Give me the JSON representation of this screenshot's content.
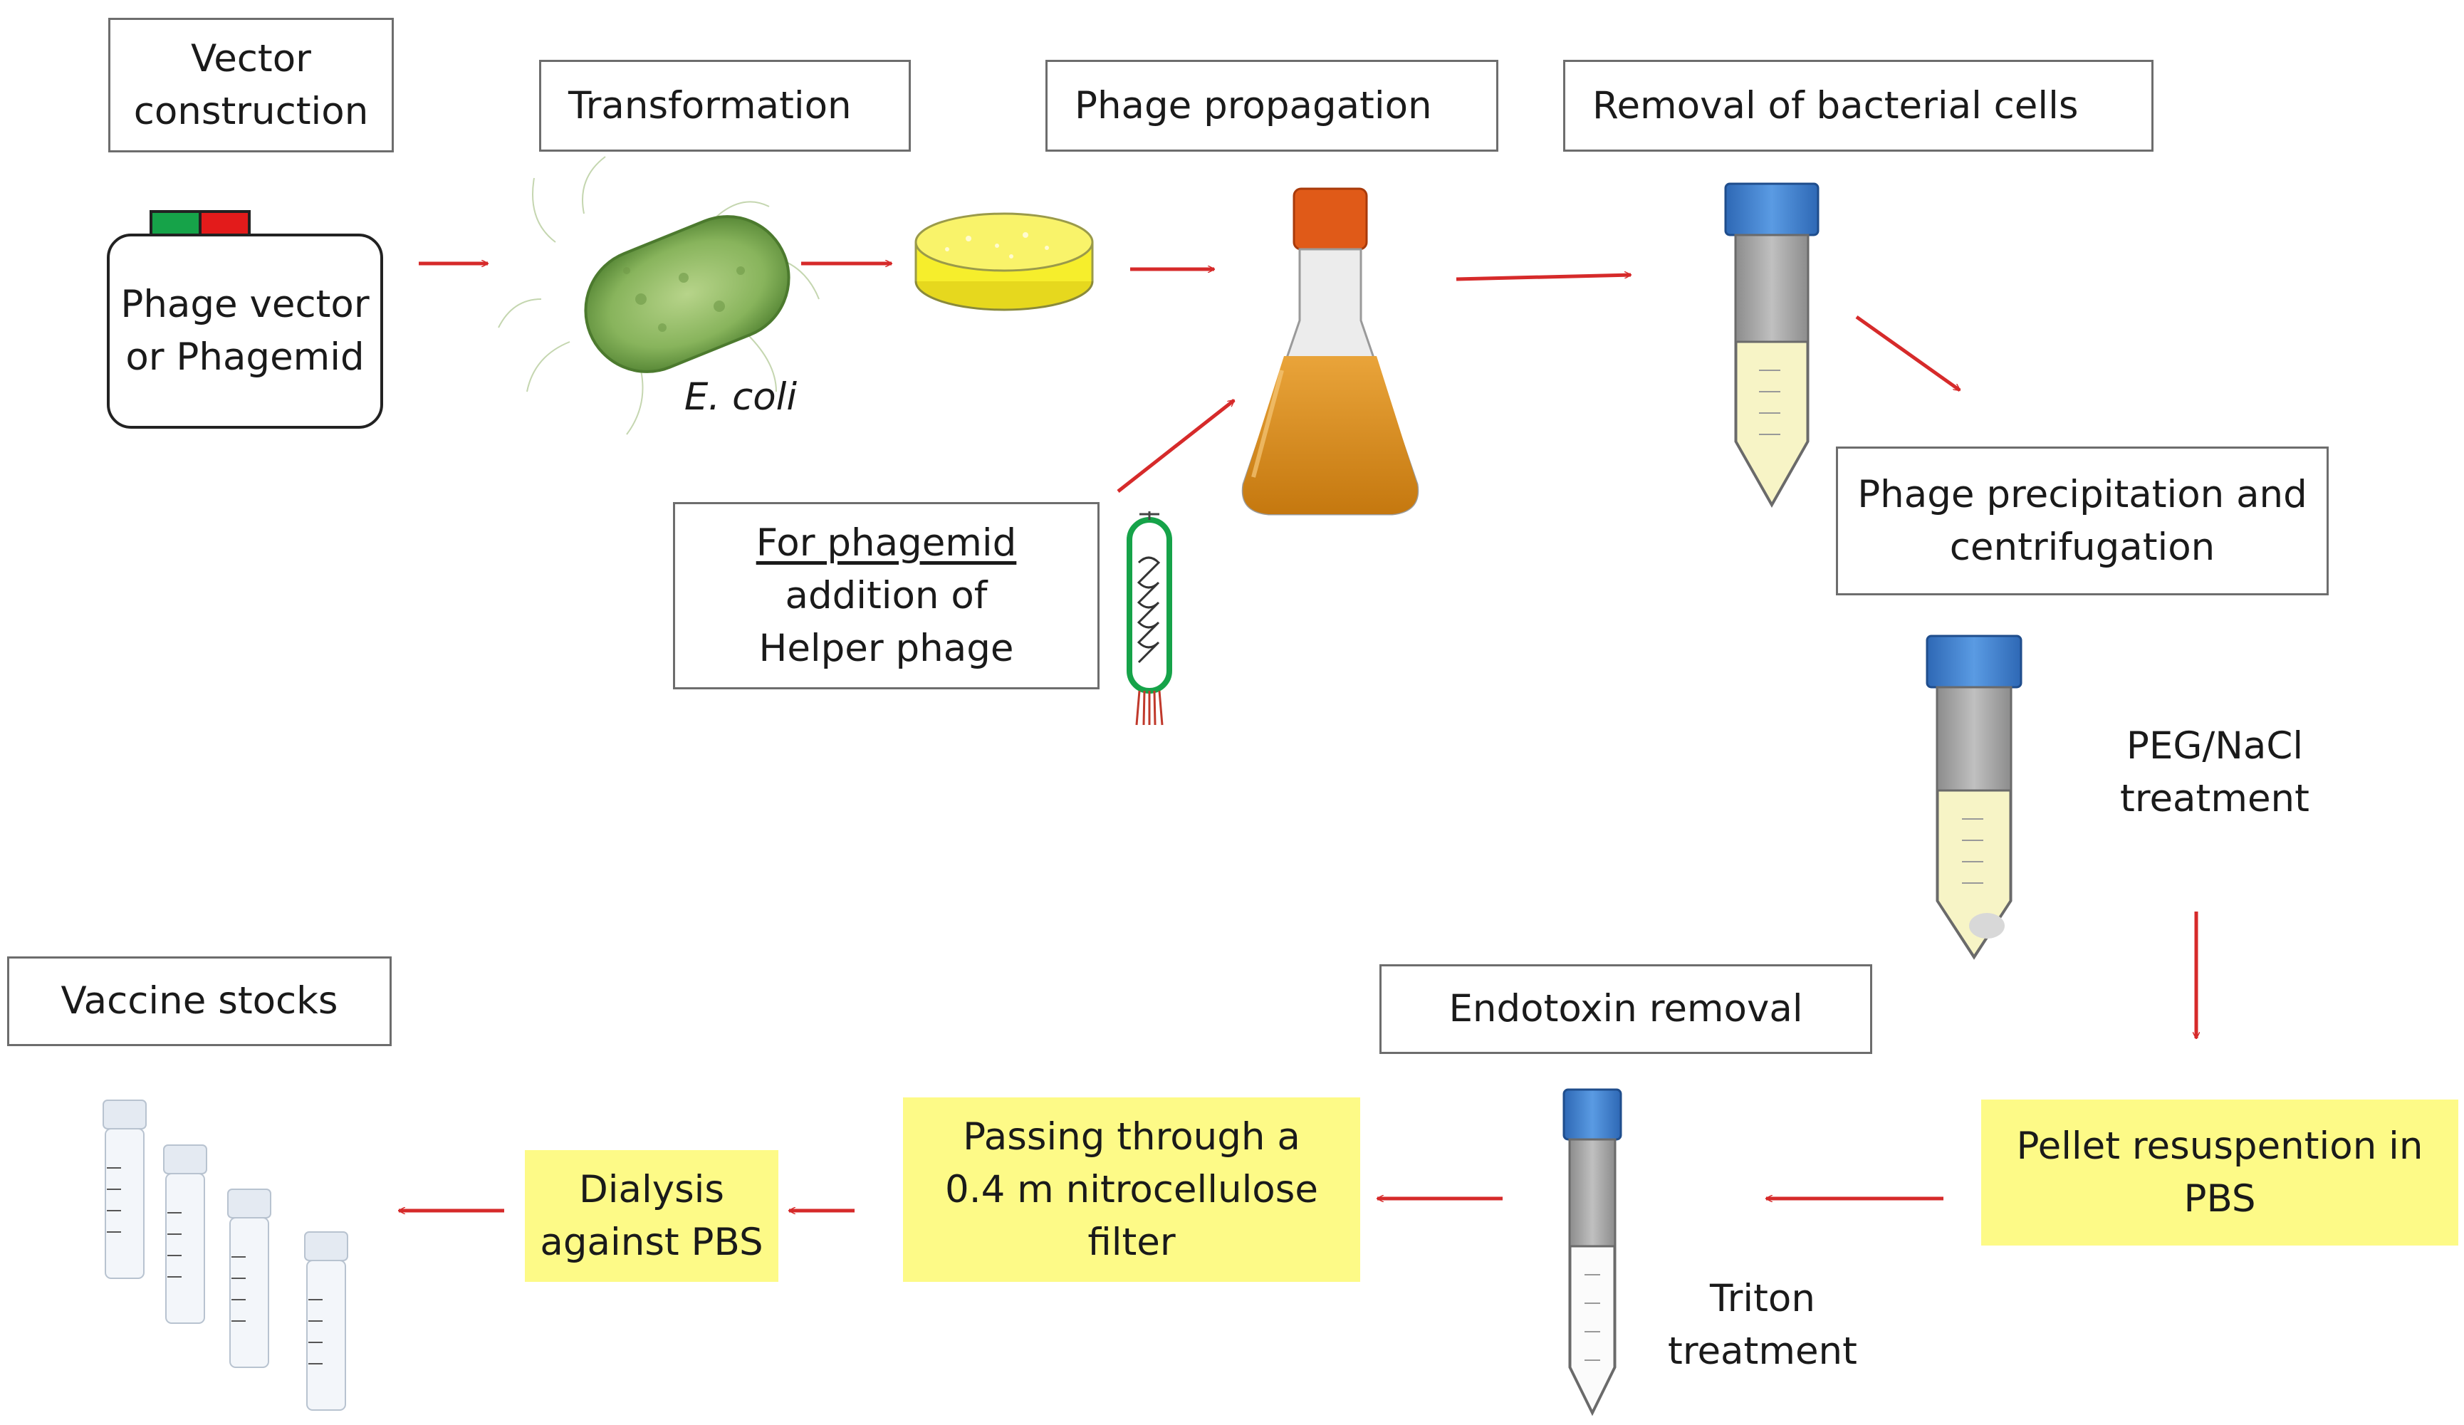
{
  "steps": {
    "vector_construction": [
      "Vector",
      "construction"
    ],
    "transformation": "Transformation",
    "phage_propagation": "Phage propagation",
    "removal": "Removal of bacterial cells",
    "precipitation": [
      "Phage precipitation and",
      "centrifugation"
    ],
    "peg": [
      "PEG/NaCl",
      "treatment"
    ],
    "pellet": [
      "Pellet resuspention in",
      "PBS"
    ],
    "endotoxin": "Endotoxin removal",
    "triton": [
      "Triton",
      "treatment"
    ],
    "filter": [
      "Passing through a",
      "0.4 m nitrocellulose",
      "filter"
    ],
    "dialysis": [
      "Dialysis",
      "against PBS"
    ],
    "vaccine": "Vaccine stocks"
  },
  "vector": [
    "Phage vector",
    "or Phagemid"
  ],
  "ecoli_label": "E. coli",
  "helper": [
    "For phagemid",
    "addition of",
    "Helper phage"
  ],
  "colors": {
    "arrow": "#d62a2a",
    "highlight": "#fdfa87",
    "culture": "#d4891c",
    "cap_orange": "#e05a18",
    "tube_cap": "#3d7fd0",
    "plasmid_green": "#16a349",
    "plasmid_red": "#e31b1b"
  },
  "icons": [
    "plasmid-icon",
    "ecoli-cell-icon",
    "petri-dish-icon",
    "erlenmeyer-flask-icon",
    "helper-phage-icon",
    "centrifuge-tube-icon",
    "cryovial-icon"
  ]
}
